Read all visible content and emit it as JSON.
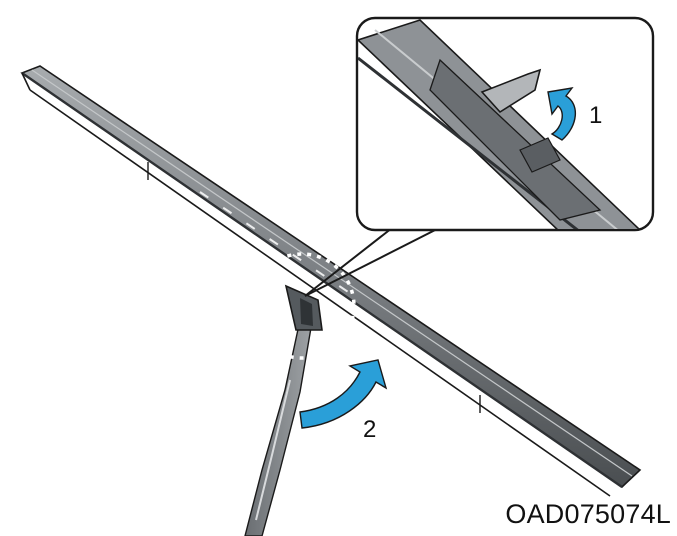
{
  "figure_code": "OAD075074L",
  "steps": {
    "step1_label": "1",
    "step2_label": "2"
  },
  "colors": {
    "arrow_blue": "#2a9fd8",
    "blade_gray": "#7b7f83",
    "blade_dark": "#3e4245",
    "outline": "#1a1a1a"
  },
  "icons": {
    "step1_arrow": "curved-arrow-up-icon",
    "step2_arrow": "curved-arrow-right-icon"
  }
}
